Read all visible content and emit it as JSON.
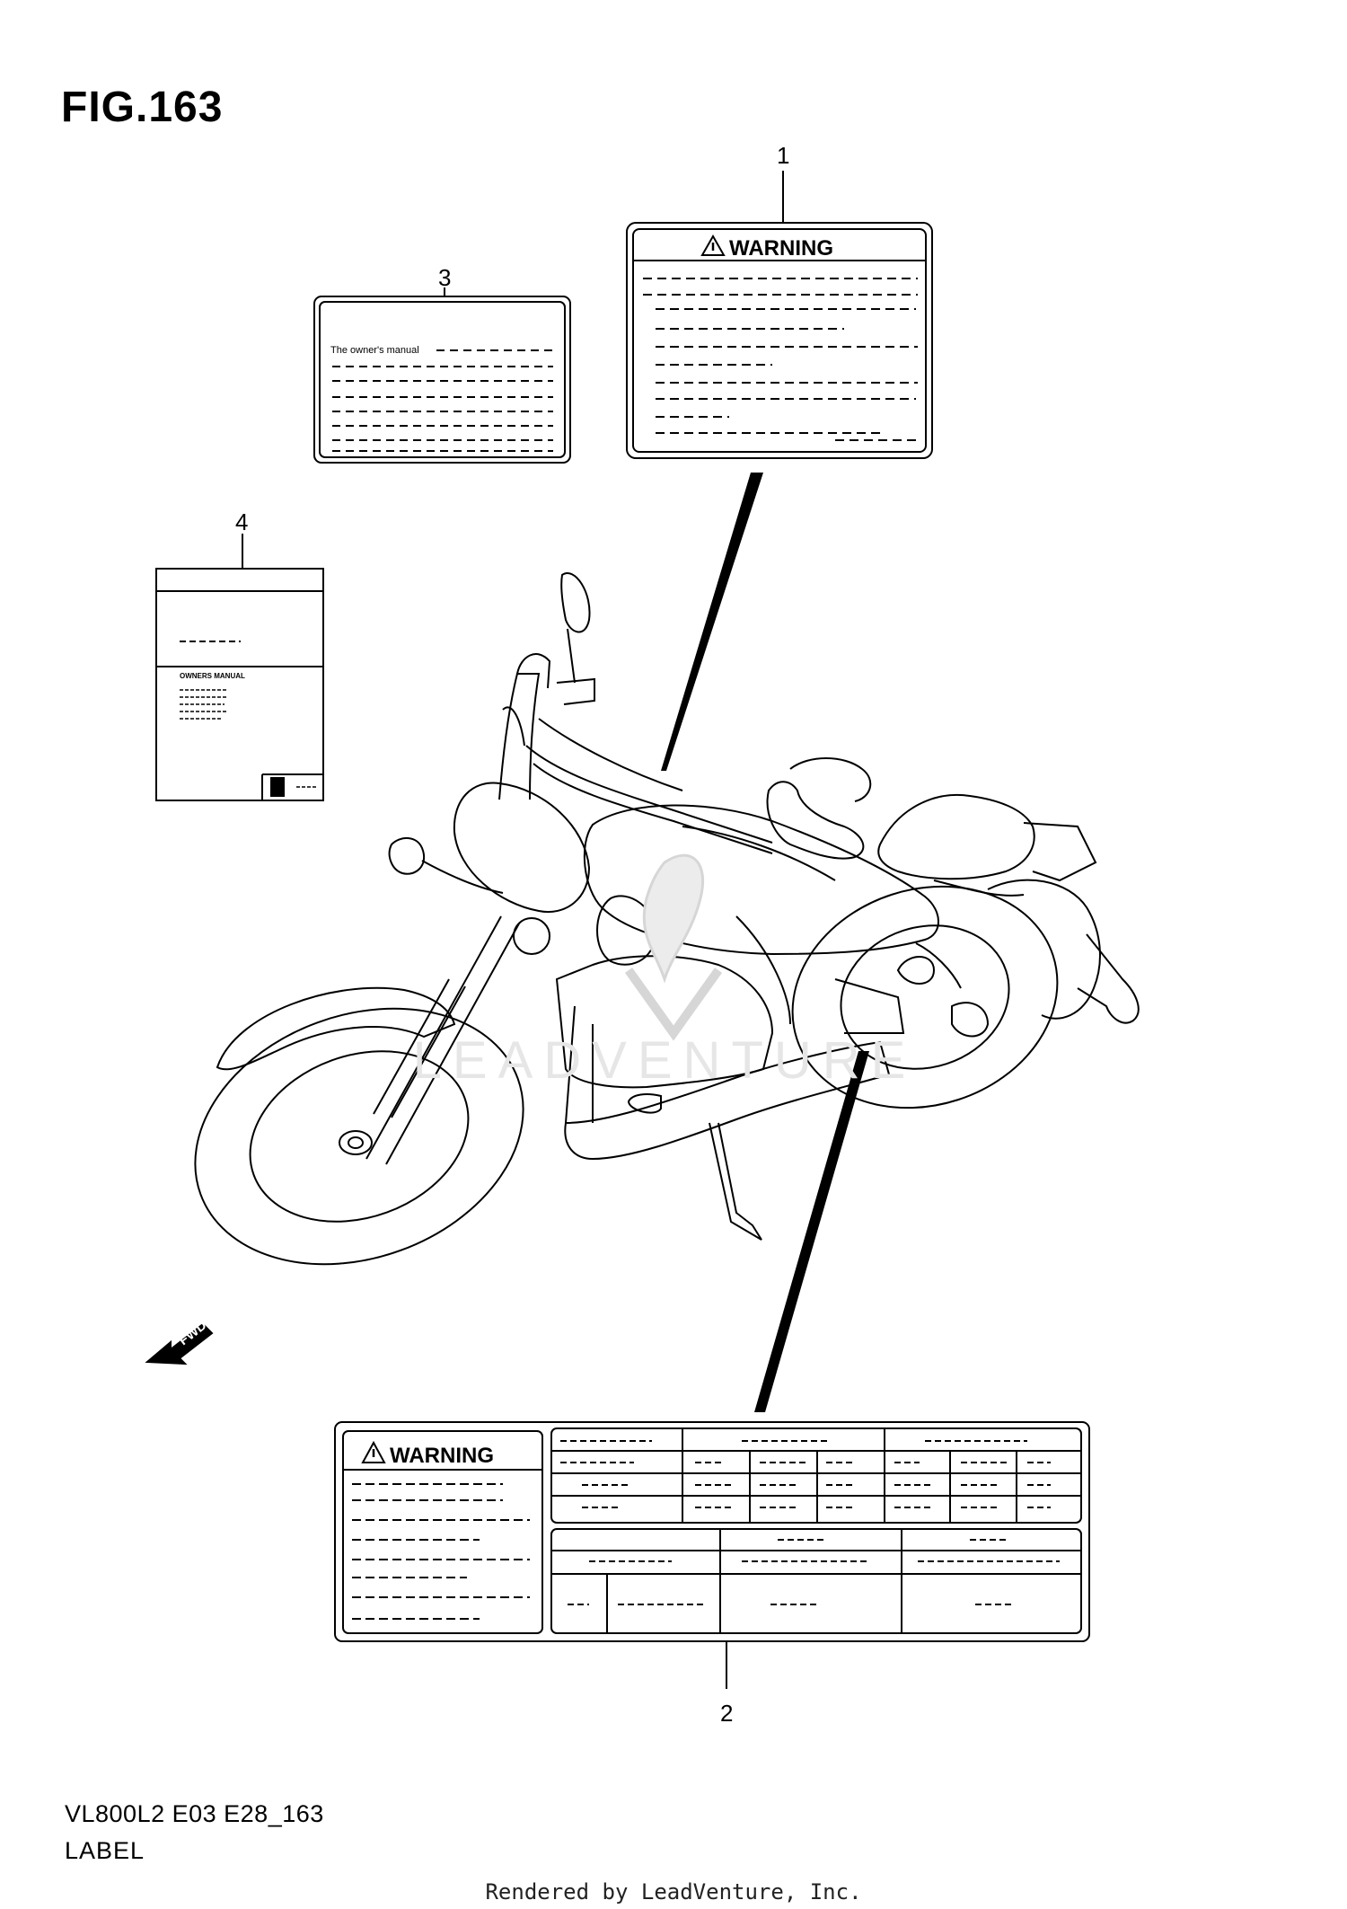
{
  "figure": {
    "title": "FIG.163"
  },
  "callouts": [
    {
      "id": "1",
      "text": "1"
    },
    {
      "id": "2",
      "text": "2"
    },
    {
      "id": "3",
      "text": "3"
    },
    {
      "id": "4",
      "text": "4"
    }
  ],
  "label1": {
    "heading": "WARNING"
  },
  "label2": {
    "heading": "WARNING"
  },
  "label3": {
    "heading": "The owner's manual"
  },
  "label4": {
    "heading": "OWNERS MANUAL"
  },
  "fwd_arrow": {
    "text": "FWD"
  },
  "watermark": {
    "text": "LEADVENTURE"
  },
  "footer": {
    "code": "VL800L2 E03 E28_163",
    "label": "LABEL",
    "rendered_by": "Rendered by LeadVenture, Inc."
  }
}
